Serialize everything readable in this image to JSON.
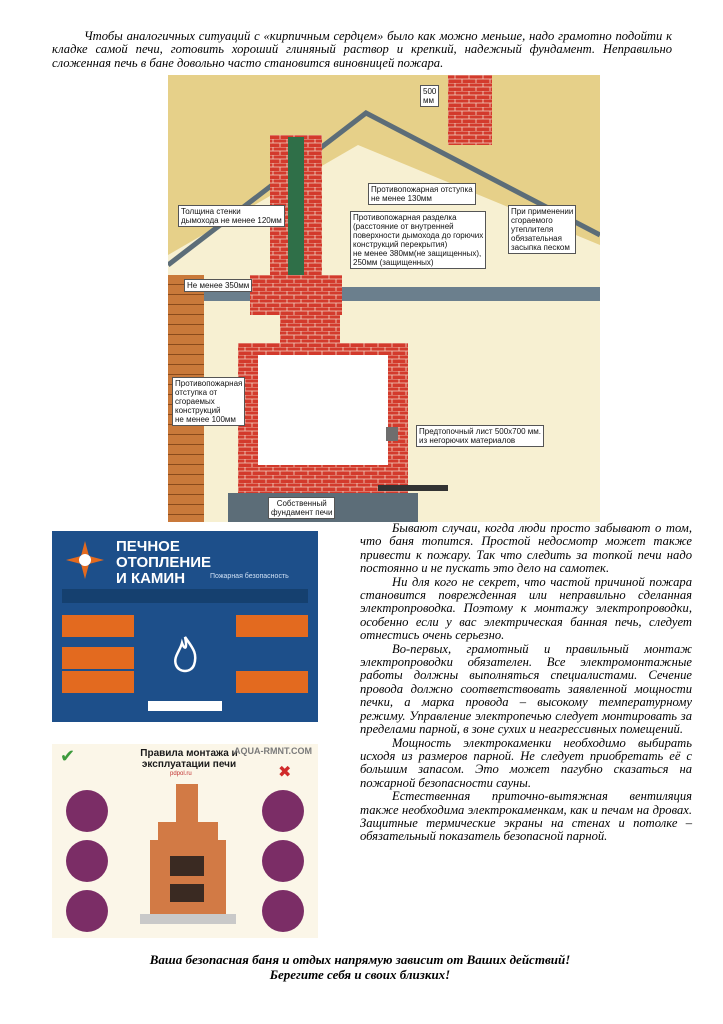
{
  "intro": "Чтобы аналогичных ситуаций с «кирпичным сердцем» было как можно меньше, надо грамотно подойти к кладке самой печи, готовить хороший глиняный раствор и крепкий, надежный фундамент. Неправильно сложенная печь в бане довольно часто становится виновницей пожара.",
  "diagram": {
    "labels": {
      "mm500": "500\nмм",
      "fire_offset": "Противопожарная отступка\nне менее 130мм",
      "wall": "Толщина стенки\nдымохода не менее 120мм",
      "cutting": "Противопожарная разделка\n(расстояние от внутренней\nповерхности дымохода до горючих\nконструкций перекрытия)\nне менее 380мм(не защищенных),\n250мм (защищенных)",
      "insulation": "При применении\nсгораемого\nутеплителя\nобязательная\nзасыпка песком",
      "mm350": "Не менее 350мм",
      "side_offset": "Противопожарная\nотступка от\nсгораемых\nконструкций\nне менее 100мм",
      "sheet": "Предтопочный лист 500х700 мм.\nиз негорючих материалов",
      "foundation": "Собственный\nфундамент печи"
    },
    "colors": {
      "bg": "#e6d089",
      "brick": "#d33a2c",
      "wall": "#c9793a",
      "roof": "#5c6d78"
    }
  },
  "poster1": {
    "title_1": "ПЕЧНОЕ",
    "title_2": "ОТОПЛЕНИЕ",
    "title_3": "И КАМИН",
    "subtitle": "Пожарная безопасность",
    "colors": {
      "bg": "#1d4f8a",
      "accent": "#e36a1f"
    }
  },
  "poster2": {
    "title": "Правила монтажа и эксплуатации печи",
    "site": "AQUA-RMNT.COM",
    "small": "pdpol.ru",
    "colors": {
      "circle": "#7b2d66",
      "brick": "#d27a45"
    }
  },
  "body": [
    "Бывают случаи, когда люди просто забывают о том, что баня топится. Простой недосмотр может также привести к пожару. Так что следить за топкой печи надо постоянно и не пускать это дело на самотек.",
    "Ни для кого не секрет, что частой причиной пожара становится поврежденная или неправильно сделанная электропроводка. Поэтому к монтажу электропроводки, особенно если у вас электрическая банная печь, следует отнестись очень серьезно.",
    "Во-первых, грамотный и правильный монтаж электропроводки обязателен. Все электромонтажные работы должны выполняться специалистами. Сечение провода должно соответствовать заявленной мощности печки, а марка провода – высокому температурному режиму. Управление электропечью следует монтировать за пределами парной, в зоне сухих и неагрессивных помещений.",
    "Мощность электрокаменки необходимо выбирать исходя из размеров парной. Не следует приобретать её с большим запасом. Это может пагубно сказаться на пожарной безопасности сауны.",
    "Естественная приточно-вытяжная вентиляция также необходима электрокаменкам, как и печам на дровах. Защитные термические экраны на стенах и потолке – обязательный показатель безопасной парной."
  ],
  "footer": {
    "line1": "Ваша безопасная баня и отдых напрямую зависит от Ваших действий!",
    "line2": "Берегите себя и своих близких!"
  }
}
